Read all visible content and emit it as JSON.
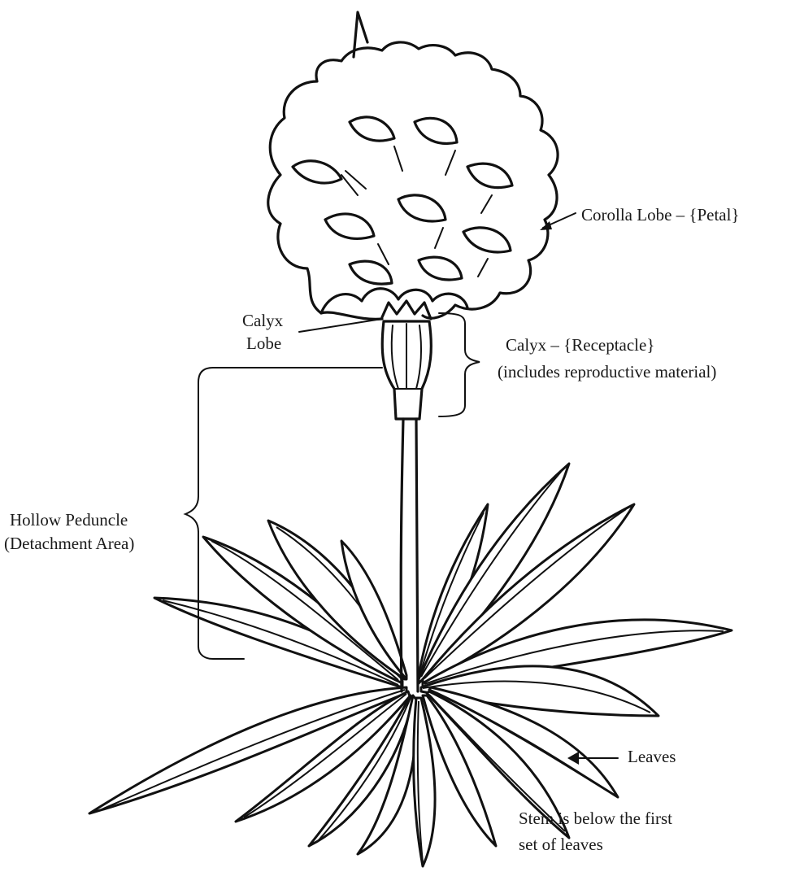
{
  "labels": {
    "corolla": "Corolla Lobe – {Petal}",
    "calyx_lobe_line1": "Calyx",
    "calyx_lobe_line2": "Lobe",
    "calyx_line1": "Calyx – {Receptacle}",
    "calyx_line2": "(includes reproductive material)",
    "peduncle_line1": "Hollow Peduncle",
    "peduncle_line2": "(Detachment Area)",
    "leaves": "Leaves",
    "stem_line1": "Stem is below the first",
    "stem_line2": "set of leaves"
  }
}
